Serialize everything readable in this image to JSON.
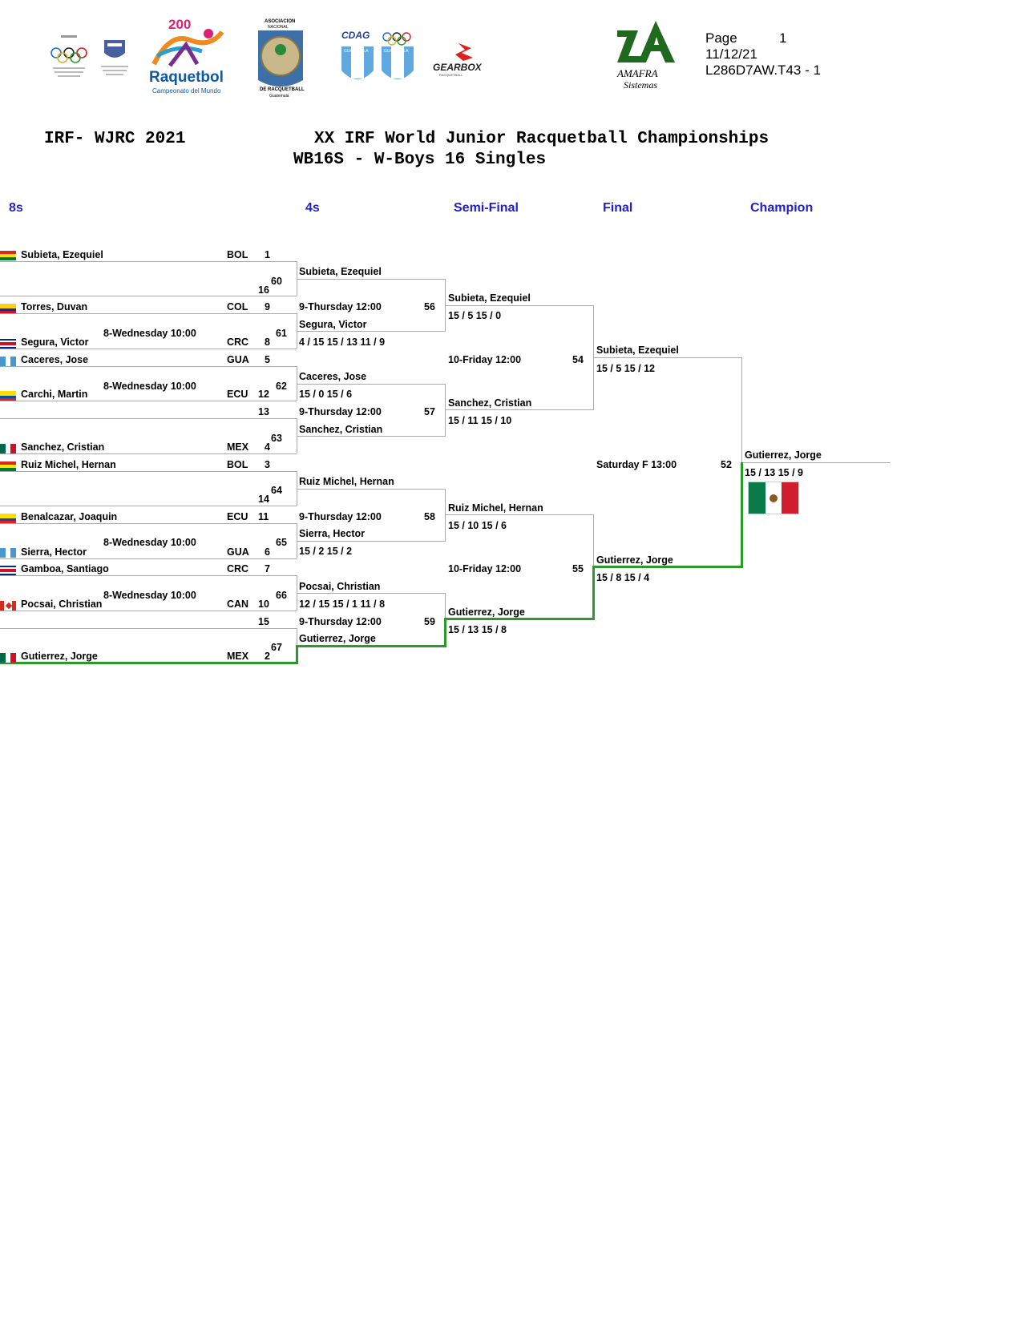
{
  "header": {
    "page_label": "Page",
    "page_number": "1",
    "date": "11/12/21",
    "report_code": "L286D7AW.T43 -  1",
    "event_short": "IRF- WJRC 2021",
    "event_title": "XX IRF World Junior Racquetball Championships",
    "division": "WB16S - W-Boys 16 Singles"
  },
  "logos": {
    "raquetbol_number": "200",
    "raquetbol_word": "Raquetbol",
    "raquetbol_sub": "Campeonato del Mundo",
    "asociacion_top": "ASOCIACION",
    "asociacion_mid": "NACIONAL",
    "asociacion_bottom": "DE RACQUETBALL",
    "asociacion_city": "Guatemala",
    "cdag": "CDAG",
    "shield_text": "GUATEMALA",
    "gearbox": "GEARBOX",
    "gearbox_sub": "RACQUETBALL",
    "amafra_name": "AMAFRA",
    "amafra_sub": "Sistemas"
  },
  "rounds": {
    "r8": "8s",
    "r4": "4s",
    "semi": "Semi-Final",
    "final": "Final",
    "champion": "Champion"
  },
  "players": [
    {
      "name": "Subieta, Ezequiel",
      "country": "BOL",
      "seed": "1"
    },
    {
      "name": "Torres, Duvan",
      "country": "COL",
      "seed": "9"
    },
    {
      "name": "Segura, Victor",
      "country": "CRC",
      "seed": "8"
    },
    {
      "name": "Caceres, Jose",
      "country": "GUA",
      "seed": "5"
    },
    {
      "name": "Carchi, Martin",
      "country": "ECU",
      "seed": "12"
    },
    {
      "name": "Sanchez, Cristian",
      "country": "MEX",
      "seed": "4"
    },
    {
      "name": "Ruiz Michel, Hernan",
      "country": "BOL",
      "seed": "3"
    },
    {
      "name": "Benalcazar, Joaquin",
      "country": "ECU",
      "seed": "11"
    },
    {
      "name": "Sierra, Hector",
      "country": "GUA",
      "seed": "6"
    },
    {
      "name": "Gamboa, Santiago",
      "country": "CRC",
      "seed": "7"
    },
    {
      "name": "Pocsai, Christian",
      "country": "CAN",
      "seed": "10"
    },
    {
      "name": "Gutierrez, Jorge",
      "country": "MEX",
      "seed": "2"
    }
  ],
  "byes": [
    "16",
    "13",
    "14",
    "15"
  ],
  "r8_matches": [
    {
      "num": "60"
    },
    {
      "num": "61",
      "time": "8-Wednesday 10:00"
    },
    {
      "num": "62",
      "time": "8-Wednesday 10:00"
    },
    {
      "num": "63"
    },
    {
      "num": "64"
    },
    {
      "num": "65",
      "time": "8-Wednesday 10:00"
    },
    {
      "num": "66",
      "time": "8-Wednesday 10:00"
    },
    {
      "num": "67"
    }
  ],
  "r4": [
    {
      "winner": "Subieta, Ezequiel"
    },
    {
      "winner": "Segura, Victor",
      "score": "4 / 15  15 / 13  11 / 9"
    },
    {
      "winner": "Caceres, Jose",
      "score": "15 / 0  15 / 6"
    },
    {
      "winner": "Sanchez, Cristian"
    },
    {
      "winner": "Ruiz Michel, Hernan"
    },
    {
      "winner": "Sierra, Hector",
      "score": "15 / 2  15 / 2"
    },
    {
      "winner": "Pocsai, Christian",
      "score": "12 / 15  15 / 1  11 / 8"
    },
    {
      "winner": "Gutierrez, Jorge"
    }
  ],
  "qf_matches": [
    {
      "num": "56",
      "time": "9-Thursday 12:00"
    },
    {
      "num": "57",
      "time": "9-Thursday 12:00"
    },
    {
      "num": "58",
      "time": "9-Thursday 12:00"
    },
    {
      "num": "59",
      "time": "9-Thursday 12:00"
    }
  ],
  "semis": [
    {
      "winner": "Subieta, Ezequiel",
      "score": "15 / 5  15 / 0"
    },
    {
      "winner": "Sanchez, Cristian",
      "score": "15 / 11  15 / 10"
    },
    {
      "winner": "Ruiz Michel, Hernan",
      "score": "15 / 10  15 / 6"
    },
    {
      "winner": "Gutierrez, Jorge",
      "score": "15 / 13  15 / 8"
    }
  ],
  "semi_matches": [
    {
      "num": "54",
      "time": "10-Friday 12:00"
    },
    {
      "num": "55",
      "time": "10-Friday 12:00"
    }
  ],
  "finals": [
    {
      "winner": "Subieta, Ezequiel",
      "score": "15 / 5  15 / 12"
    },
    {
      "winner": "Gutierrez, Jorge",
      "score": "15 / 8  15 / 4"
    }
  ],
  "final_match": {
    "num": "52",
    "time": "Saturday F 13:00"
  },
  "champion": {
    "name": "Gutierrez, Jorge",
    "score": "15 / 13  15 / 9",
    "country": "MEX"
  },
  "colors": {
    "accent_blue": "#1f1fd0",
    "winner_path": "#2a9a2a",
    "line_grey": "#aaaaaa"
  }
}
